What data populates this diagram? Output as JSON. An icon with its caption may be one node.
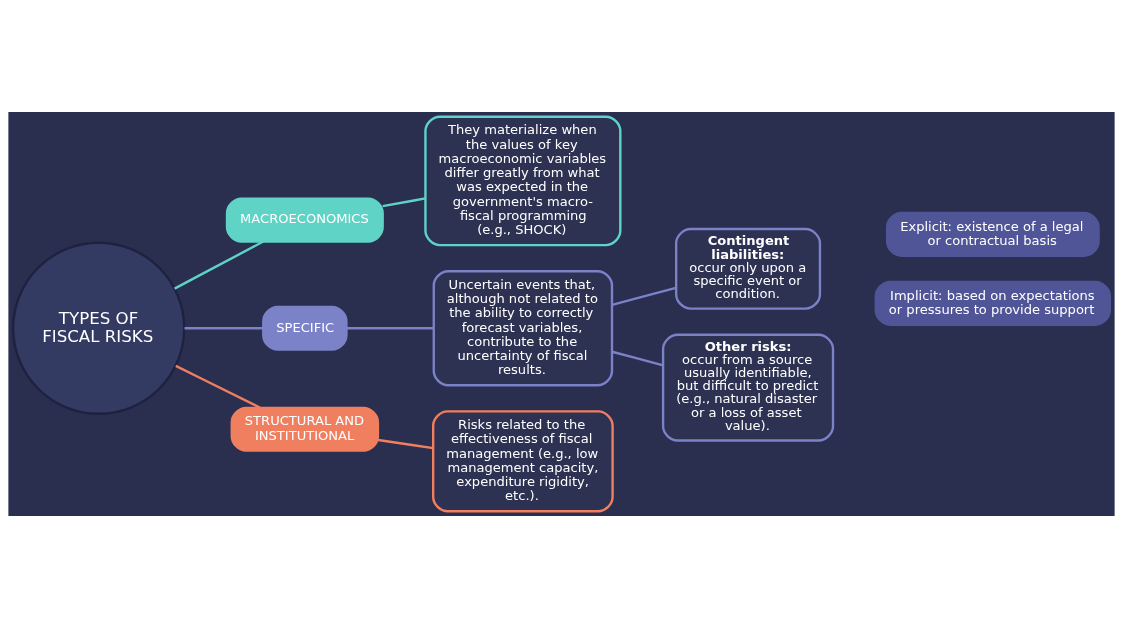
{
  "diagram": {
    "nodes": [
      {
        "text": [
          "TYPES OF FISCAL RISKS"
        ]
      },
      {
        "text": [
          "MACROECONOMICS"
        ]
      },
      {
        "text": [
          "They materialize when the values of key macroeconomic variables differ greatly from what was expected in the government's macro-fiscal programming (e.g., SHOCK)"
        ]
      },
      {
        "text": [
          "SPECIFIC"
        ]
      },
      {
        "text": [
          "Uncertain events that, although not related to the ability to correctly forecast variables, contribute to the uncertainty of fiscal results."
        ]
      },
      {
        "text": [
          "Contingent liabilities:",
          "occur only upon a specific event or condition."
        ]
      },
      {
        "text": [
          "Other risks:",
          "occur from a source usually identifiable, but difficult to predict (e.g., natural disaster or a loss of asset value)."
        ]
      },
      {
        "text": [
          "Explicit: existence of a legal or contractual basis"
        ]
      },
      {
        "text": [
          "Implicit: based on expectations or pressures to provide support"
        ]
      },
      {
        "text": [
          "STRUCTURAL AND INSTITUTIONAL"
        ]
      },
      {
        "text": [
          "Risks related to the effectiveness of fiscal management (e.g., low management capacity, expenditure rigidity, etc.)."
        ]
      }
    ],
    "edges": [
      {
        "from": 0,
        "to": 1,
        "arrow": "none",
        "color": "#5fd3c6"
      },
      {
        "from": 1,
        "to": 2,
        "arrow": "none",
        "color": "#5fd3c6"
      },
      {
        "from": 0,
        "to": 3,
        "arrow": "none"
      },
      {
        "from": 3,
        "to": 4,
        "arrow": "none"
      },
      {
        "from": 4,
        "to": 5,
        "arrow": "none"
      },
      {
        "from": 4,
        "to": 6,
        "arrow": "none"
      },
      {
        "from": 0,
        "to": 9,
        "arrow": "none",
        "color": "#f07f5f"
      },
      {
        "from": 9,
        "to": 10,
        "arrow": "none",
        "color": "#f07f5f"
      }
    ]
  }
}
